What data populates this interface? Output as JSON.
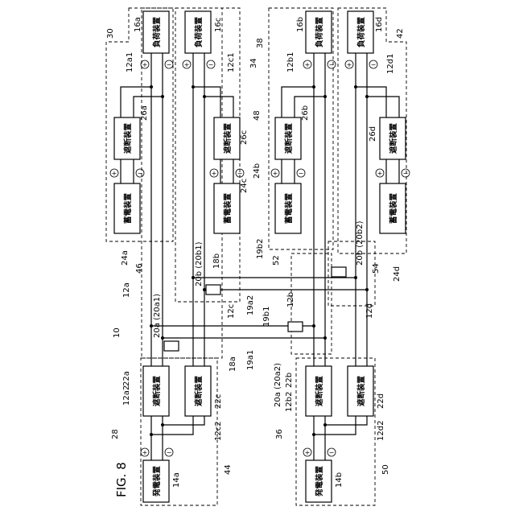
{
  "figure": {
    "title": "FIG. 8",
    "system_ref": "10",
    "block_texts": {
      "load": "負荷装置",
      "breaker": "遮断装置",
      "storage": "蓄電装置",
      "generator": "発電装置"
    },
    "polarity": {
      "plus": "+",
      "minus": "−"
    },
    "labels": [
      "30",
      "16a",
      "12a1",
      "26a",
      "24a",
      "46",
      "12a",
      "16c",
      "12c1",
      "34",
      "48",
      "26c",
      "24c",
      "24b",
      "38",
      "16b",
      "12b1",
      "26b",
      "42",
      "16d",
      "12d1",
      "26d",
      "20b (20b1)",
      "18b",
      "19b2",
      "52",
      "20b (20b2)",
      "54",
      "24d",
      "20a (20a1)",
      "12c",
      "19a2",
      "19b1",
      "12b",
      "12d",
      "18a",
      "19a1",
      "20a (20a2)",
      "28",
      "12a2",
      "22a",
      "22c",
      "12c2",
      "14a",
      "44",
      "36",
      "12b2",
      "22b",
      "22d",
      "12d2",
      "14b",
      "50"
    ]
  }
}
